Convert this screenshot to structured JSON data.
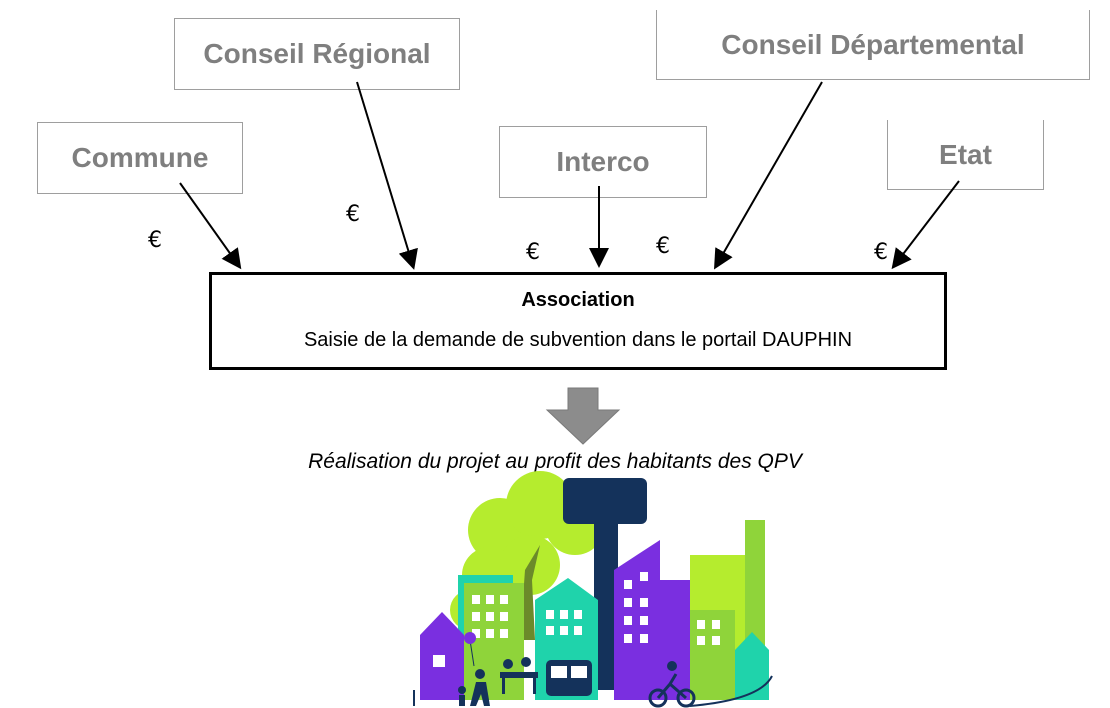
{
  "funders": {
    "commune": "Commune",
    "region": "Conseil Régional",
    "interco": "Interco",
    "departement": "Conseil Départemental",
    "etat": "Etat"
  },
  "currency_symbol": "€",
  "association": {
    "title": "Association",
    "subtitle": "Saisie de la demande de subvention dans le portail DAUPHIN"
  },
  "outcome_caption": "Réalisation du projet au profit des habitants des QPV",
  "colors": {
    "box_border": "#9e9e9e",
    "funder_text": "#7f7f7f",
    "down_arrow": "#8c8c8c",
    "city_green": "#8fd43a",
    "city_lime": "#b5ec2e",
    "city_purple": "#7a2fe0",
    "city_cyan": "#1fd3ab",
    "city_navy": "#14325b"
  }
}
